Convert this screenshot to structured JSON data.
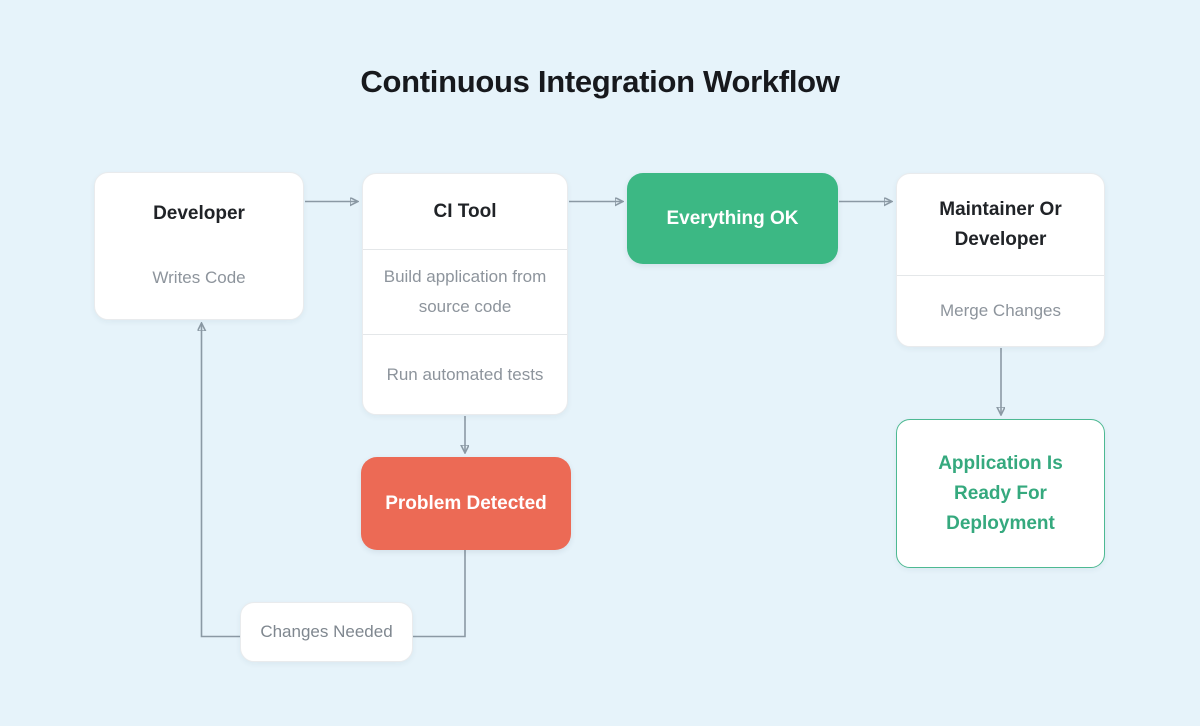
{
  "title": "Continuous Integration Workflow",
  "colors": {
    "background": "#e6f3fa",
    "green": "#3cb884",
    "red": "#ec6a55",
    "green_text": "#35a97e",
    "line": "#8b99a4"
  },
  "nodes": {
    "developer": {
      "title": "Developer",
      "subtitle": "Writes Code"
    },
    "ci_tool": {
      "title": "CI Tool",
      "steps": [
        "Build application from source code",
        "Run automated tests"
      ]
    },
    "everything_ok": {
      "label": "Everything OK"
    },
    "maintainer": {
      "title": "Maintainer Or Developer",
      "subtitle": "Merge Changes"
    },
    "app_ready": {
      "label": "Application Is Ready For Deployment"
    },
    "problem_detected": {
      "label": "Problem Detected"
    },
    "changes_needed": {
      "label": "Changes Needed"
    }
  }
}
